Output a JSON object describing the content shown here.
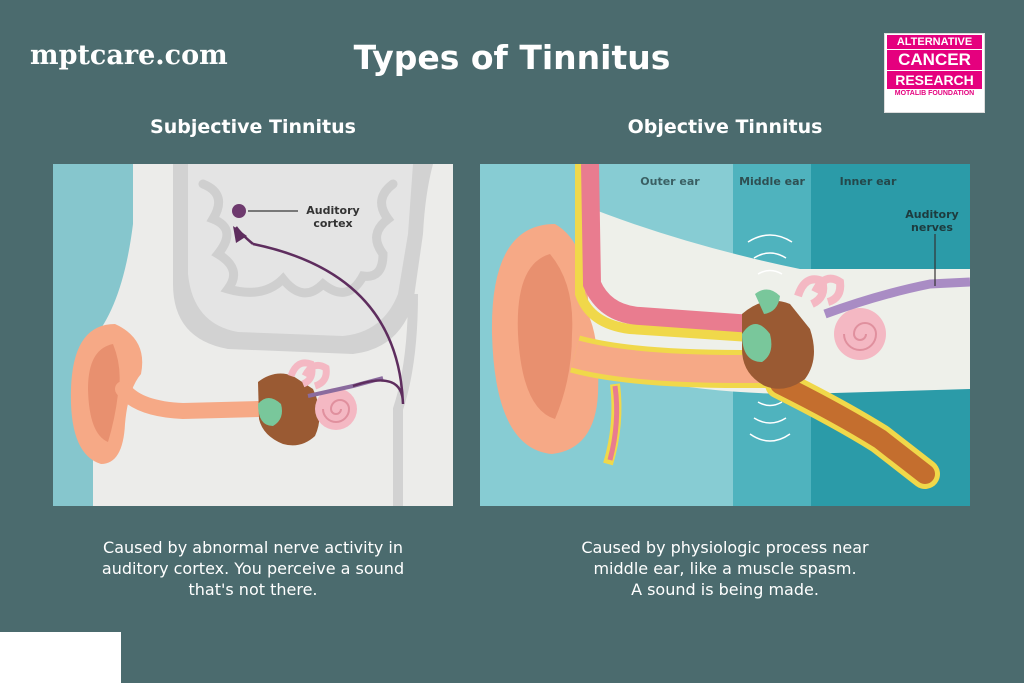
{
  "header": {
    "site": "mptcare.com",
    "title": "Types of Tinnitus",
    "logo": {
      "line1": "ALTERNATIVE",
      "line2": "CANCER",
      "line3": "RESEARCH",
      "line4": "MOTALIB FOUNDATION"
    }
  },
  "left": {
    "heading": "Subjective Tinnitus",
    "label_line1": "Auditory",
    "label_line2": "cortex",
    "caption_line1": "Caused by abnormal nerve activity in",
    "caption_line2": "auditory cortex. You perceive a sound",
    "caption_line3": "that's not there."
  },
  "right": {
    "heading": "Objective Tinnitus",
    "zone_outer": "Outer ear",
    "zone_middle": "Middle ear",
    "zone_inner": "Inner ear",
    "nerve_line1": "Auditory",
    "nerve_line2": "nerves",
    "caption_line1": "Caused by physiologic process near",
    "caption_line2": "middle ear, like a muscle spasm.",
    "caption_line3": "A sound is being made."
  },
  "colors": {
    "background": "#4b6b6e",
    "brand_pink": "#e5007e",
    "arrow_purple": "#5e2d5e"
  }
}
